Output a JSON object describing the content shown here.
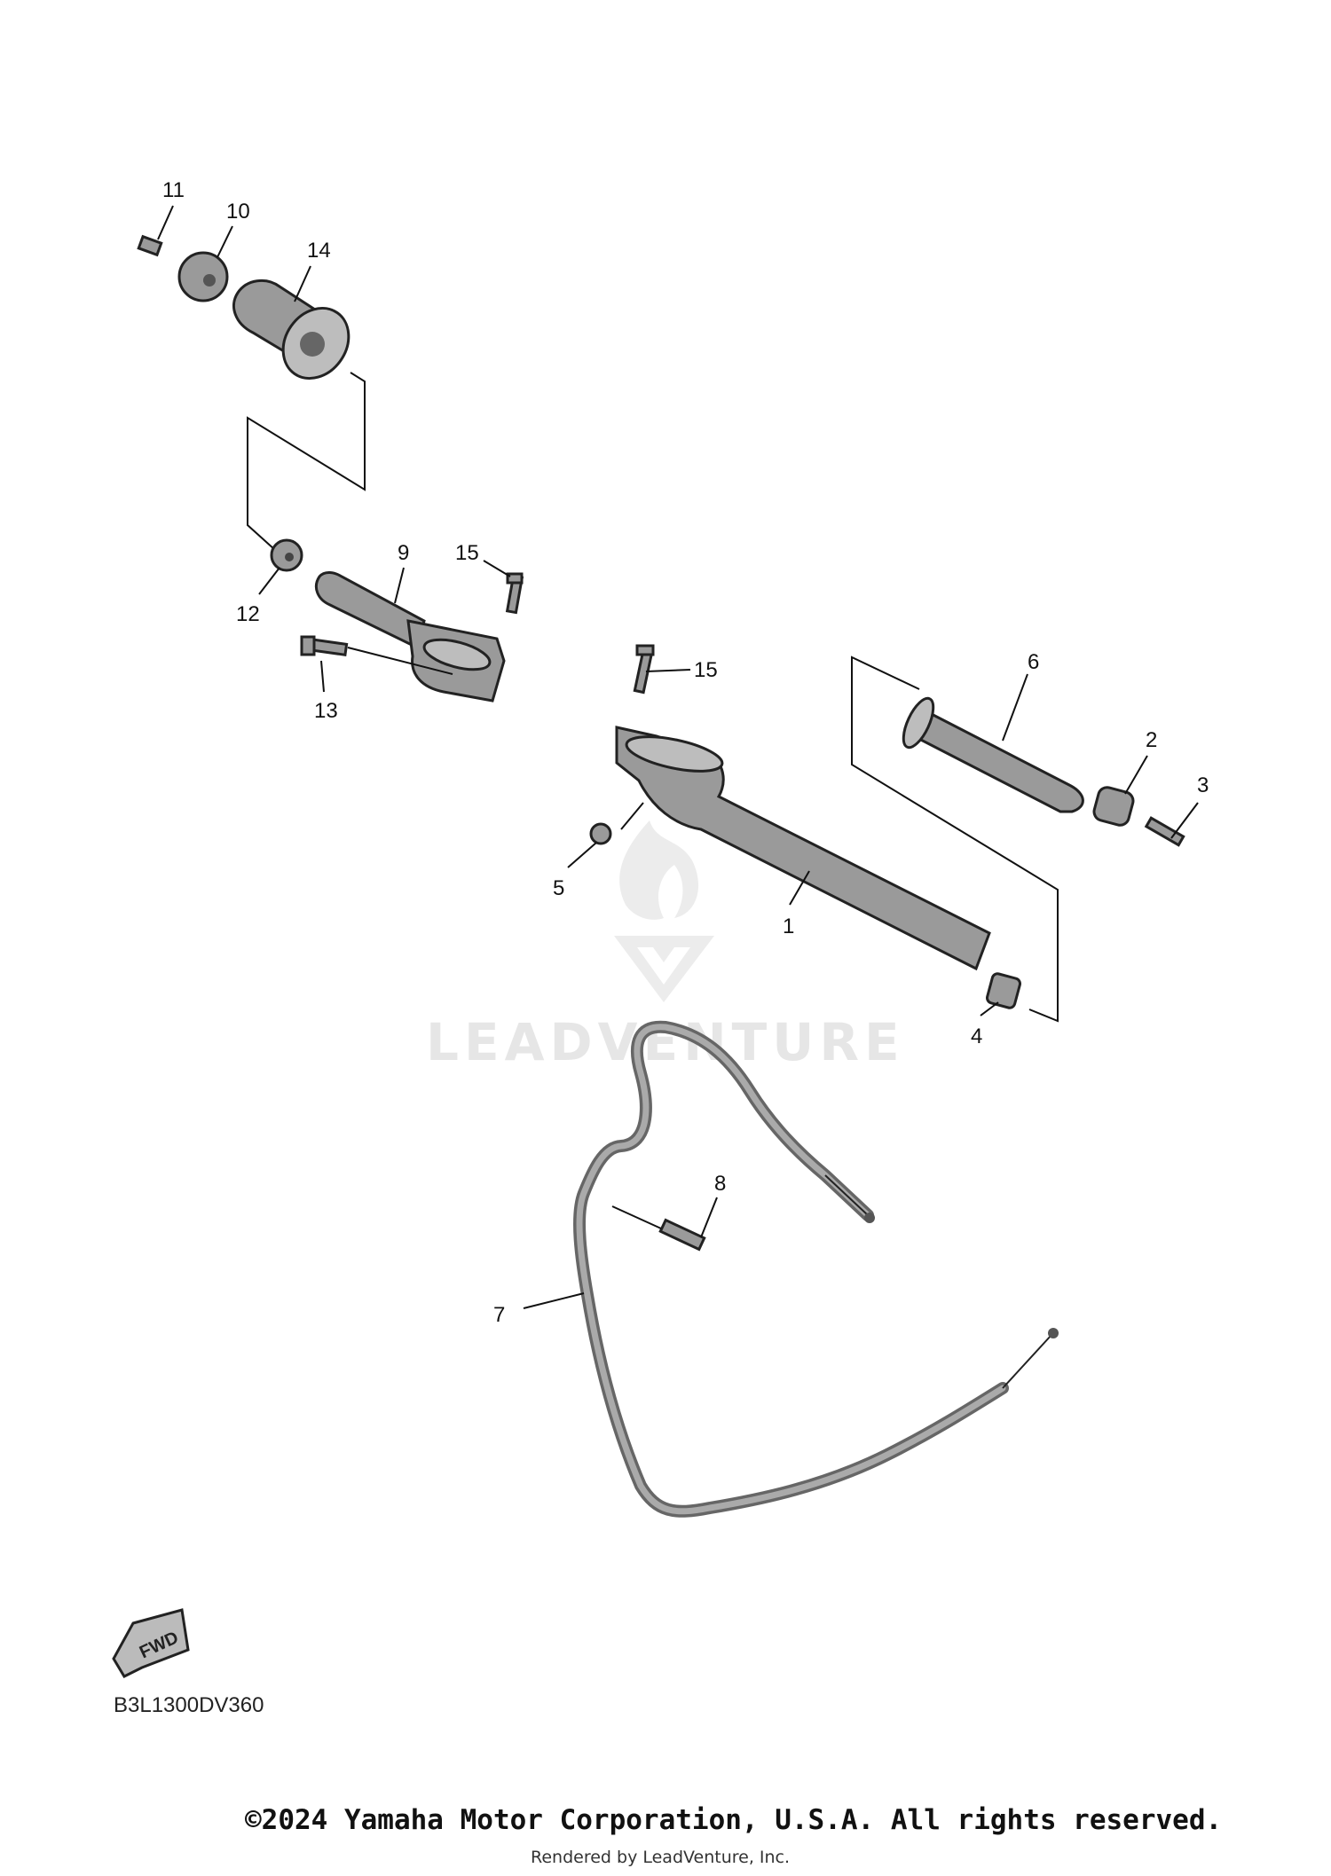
{
  "diagram": {
    "callouts": [
      "1",
      "2",
      "3",
      "4",
      "5",
      "6",
      "7",
      "8",
      "9",
      "10",
      "11",
      "12",
      "13",
      "14",
      "15",
      "15"
    ],
    "figure_code": "B3L1300DV360",
    "fwd_label": "FWD",
    "watermark": "LEADVENTURE"
  },
  "footer": {
    "copyright": "©2024 Yamaha Motor Corporation, U.S.A. All rights reserved.",
    "rendered_by": "Rendered by LeadVenture, Inc."
  }
}
